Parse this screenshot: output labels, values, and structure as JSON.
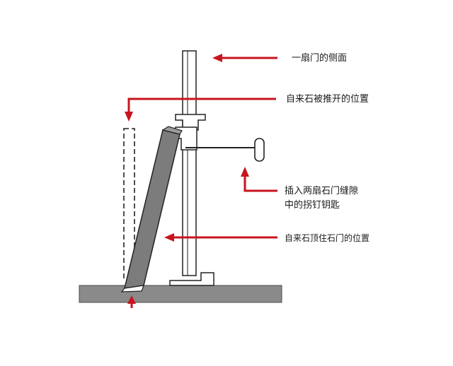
{
  "labels": {
    "door_side": "一扇门的侧面",
    "stone_pushed": "自来石被推开的位置",
    "key_line1": "插入两扇石门缝隙",
    "key_line2": "中的拐钉钥匙",
    "stone_holding": "自来石顶住石门的位置"
  },
  "colors": {
    "arrow": "#c8141e",
    "stone": "#7c7c7c",
    "ground": "#8a8a8a",
    "outline": "#222222",
    "label_text": "#1a1a1a"
  },
  "icons": {
    "arrow_style": "red-arrow",
    "ghost_stone": "dashed-outline-rectangle"
  }
}
